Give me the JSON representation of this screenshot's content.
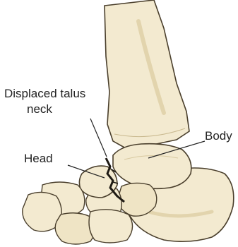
{
  "labels": {
    "displaced_line1": "Displaced talus",
    "displaced_line2": "neck",
    "head": "Head",
    "body": "Body"
  },
  "colors": {
    "bone_fill": "#f3ead0",
    "bone_shade": "#e6d9b3",
    "bone_outline": "#4a3f2c",
    "fracture": "#1e1a14",
    "leader_line": "#222222",
    "text": "#222222"
  }
}
